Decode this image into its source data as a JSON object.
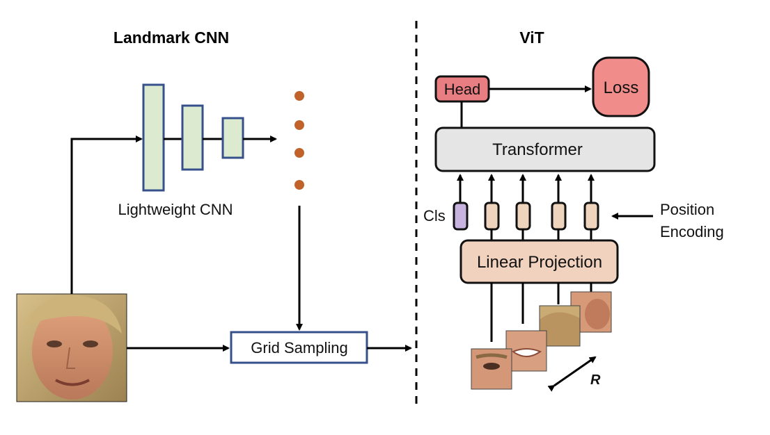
{
  "left_section": {
    "title": "Landmark CNN",
    "cnn_label": "Lightweight CNN",
    "grid_sampling_label": "Grid Sampling"
  },
  "right_section": {
    "title": "ViT",
    "head_label": "Head",
    "loss_label": "Loss",
    "transformer_label": "Transformer",
    "cls_label": "Cls",
    "position_encoding_line1": "Position",
    "position_encoding_line2": "Encoding",
    "linear_projection_label": "Linear Projection",
    "r_label": "R"
  },
  "colors": {
    "cnn_block_fill": "#dcebcf",
    "cnn_block_stroke": "#36508c",
    "dot_color": "#c0622a",
    "head_fill": "#e87e82",
    "loss_fill": "#f08c8a",
    "transformer_fill": "#e5e5e5",
    "projection_fill": "#f0d2bf",
    "token_fill": "#eed3bd",
    "cls_token_fill": "#c8b3e0"
  }
}
